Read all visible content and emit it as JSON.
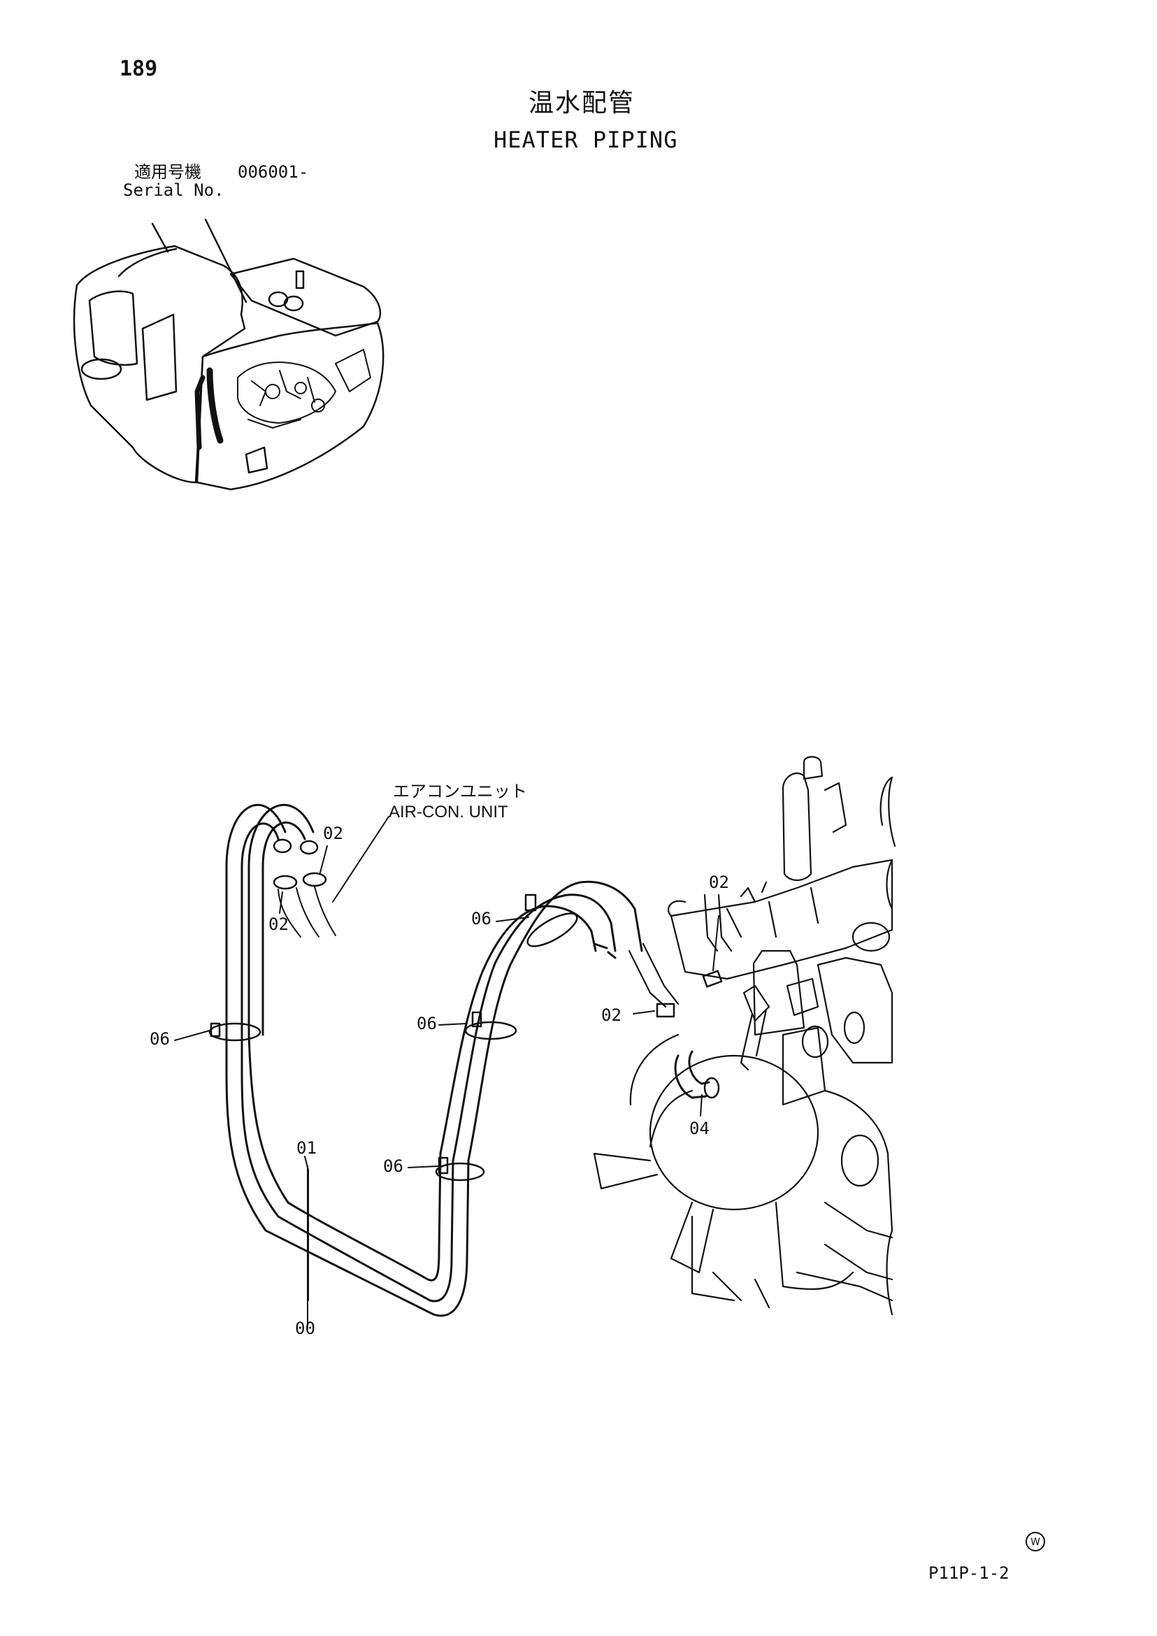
{
  "page_number": "189",
  "title": {
    "japanese": "温水配管",
    "english": "HEATER PIPING"
  },
  "serial": {
    "label_jp": "適用号機",
    "value": "006001-",
    "label_en": "Serial No."
  },
  "aircon_unit": {
    "label_jp": "エアコンユニット",
    "label_en": "AIR-CON. UNIT"
  },
  "part_labels": {
    "p02_top_right": "02",
    "p02_top_left": "02",
    "p02_engine_top": "02",
    "p02_engine_mid": "02",
    "p06_left": "06",
    "p06_upper": "06",
    "p06_middle": "06",
    "p06_lower": "06",
    "p01": "01",
    "p00": "00",
    "p04": "04"
  },
  "footer": {
    "page_code": "P11P-1-2",
    "mark": "W"
  }
}
